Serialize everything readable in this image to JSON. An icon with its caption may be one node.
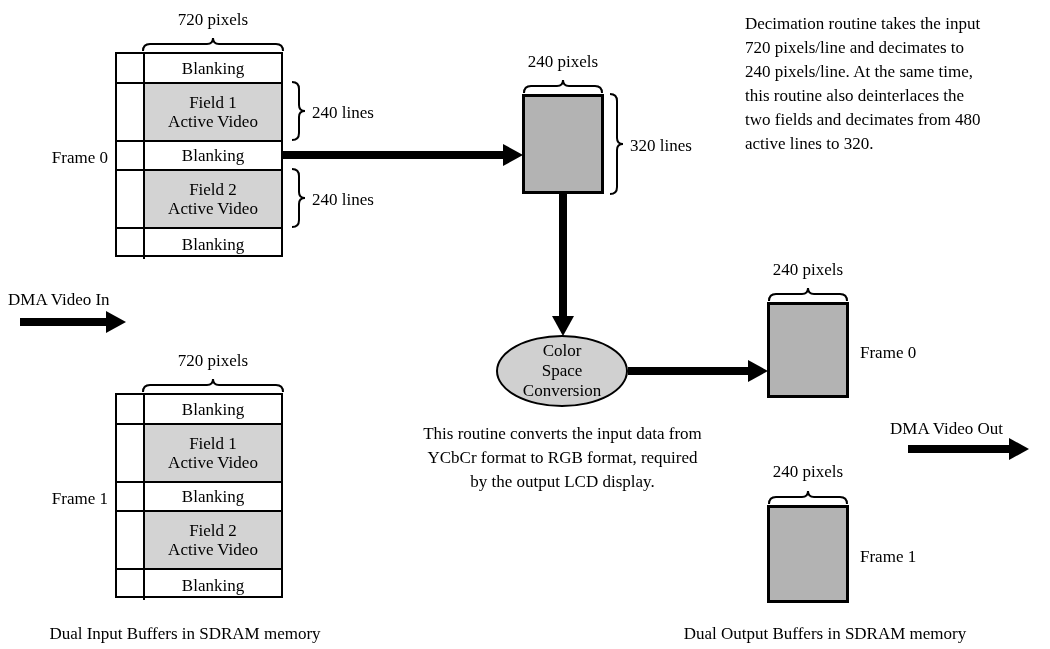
{
  "diagram": {
    "nodes": [
      {
        "text": [
          "Frame 0"
        ],
        "beside": [
          "720 pixels"
        ]
      },
      {
        "text": [],
        "shape": "box",
        "in": 0
      },
      {
        "text": [
          "Blanking"
        ],
        "in": 0
      },
      {
        "text": [],
        "shape": "box",
        "in": 0
      },
      {
        "text": [
          "Field 1 Active Video"
        ],
        "in": 0,
        "beside": [
          "240 lines"
        ]
      },
      {
        "text": [],
        "shape": "box",
        "in": 0
      },
      {
        "text": [
          "Blanking"
        ],
        "in": 0
      },
      {
        "text": [],
        "shape": "box",
        "in": 0
      },
      {
        "text": [
          "Field 2 Active Video"
        ],
        "in": 0,
        "beside": [
          "240 lines"
        ]
      },
      {
        "text": [],
        "shape": "box",
        "in": 0
      },
      {
        "text": [
          "Blanking"
        ],
        "in": 0
      },
      {
        "text": [
          "Frame 1"
        ],
        "beside": [
          "720 pixels"
        ]
      },
      {
        "text": [],
        "shape": "box",
        "in": 11
      },
      {
        "text": [
          "Blanking"
        ],
        "in": 11
      },
      {
        "text": [],
        "shape": "box",
        "in": 11
      },
      {
        "text": [
          "Field 1 Active Video"
        ],
        "in": 11
      },
      {
        "text": [],
        "shape": "box",
        "in": 11
      },
      {
        "text": [
          "Blanking"
        ],
        "in": 11
      },
      {
        "text": [],
        "shape": "box",
        "in": 11
      },
      {
        "text": [
          "Field 2 Active Video"
        ],
        "in": 11
      },
      {
        "text": [],
        "shape": "box",
        "in": 11
      },
      {
        "text": [
          "Blanking"
        ],
        "in": 11
      },
      {
        "text": [],
        "shape": "box",
        "beside": [
          "240 pixels",
          "320 lines"
        ]
      },
      {
        "text": [
          "Color Space Conversion"
        ]
      },
      {
        "text": [
          "Frame 0"
        ],
        "beside": [
          "240 pixels"
        ]
      },
      {
        "text": [
          "Frame 1"
        ],
        "beside": [
          "240 pixels"
        ]
      }
    ],
    "edges": [
      {
        "from": 0,
        "to": 22,
        "arrow": "to"
      },
      {
        "from": 22,
        "to": 23,
        "arrow": "to"
      },
      {
        "from": 23,
        "to": 24,
        "arrow": "to"
      }
    ],
    "labels": [
      "Decimation routine takes the input 720 pixels/line and decimates to 240 pixels/line. At the same time, this routine also deinterlaces the two fields and decimates from 480 active lines to 320.",
      "DMA Video In",
      "This routine converts the input data from YCbCr format to RGB format, required by the output LCD display.",
      "DMA Video Out",
      "Dual Input Buffers in SDRAM memory",
      "Dual Output Buffers in SDRAM memory"
    ]
  }
}
